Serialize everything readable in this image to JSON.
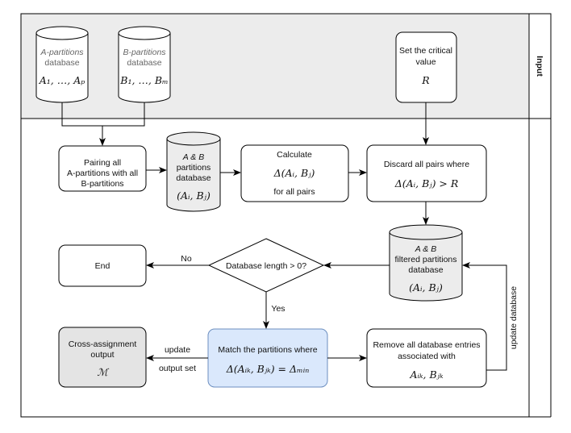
{
  "input_label": "Input",
  "db_a": {
    "l1": "A-partitions",
    "l2": "database",
    "math": "A₁, …, Aₚ"
  },
  "db_b": {
    "l1": "B-partitions",
    "l2": "database",
    "math": "B₁, …, Bₘ"
  },
  "critical": {
    "l1": "Set the critical",
    "l2": "value",
    "math": "R"
  },
  "pairing": {
    "l1": "Pairing all",
    "l2": "A-partitions with all",
    "l3": "B-partitions"
  },
  "db_ab": {
    "l1": "A & B",
    "l2": "partitions",
    "l3": "database",
    "math": "(Aᵢ, Bⱼ)"
  },
  "calculate": {
    "l1": "Calculate",
    "math": "Δ(Aᵢ, Bⱼ)",
    "l3": "for all pairs"
  },
  "discard": {
    "l1": "Discard all pairs where",
    "math": "Δ(Aᵢ, Bⱼ) > R"
  },
  "db_filtered": {
    "l1": "A & B",
    "l2": "filtered partitions",
    "l3": "database",
    "math": "(Aᵢ, Bⱼ)"
  },
  "decision": {
    "label": "Database length > 0?",
    "no": "No",
    "yes": "Yes"
  },
  "end": {
    "label": "End"
  },
  "output": {
    "l1": "Cross-assignment",
    "l2": "output",
    "math": "ℳ"
  },
  "update_output": {
    "l1": "update",
    "l2": "output set"
  },
  "match": {
    "l1": "Match the partitions where",
    "math": "Δ(Aᵢₖ, Bⱼₖ) = Δₘᵢₙ"
  },
  "remove": {
    "l1": "Remove all database entries",
    "l2": "associated with",
    "math": "Aᵢₖ, Bⱼₖ"
  },
  "update_db": {
    "label": "update database"
  },
  "colors": {
    "input_bg": "#ececec",
    "db_fill": "#ececec",
    "output_fill": "#e4e4e4",
    "match_fill": "#dae8fc",
    "match_stroke": "#6c8ebf"
  }
}
